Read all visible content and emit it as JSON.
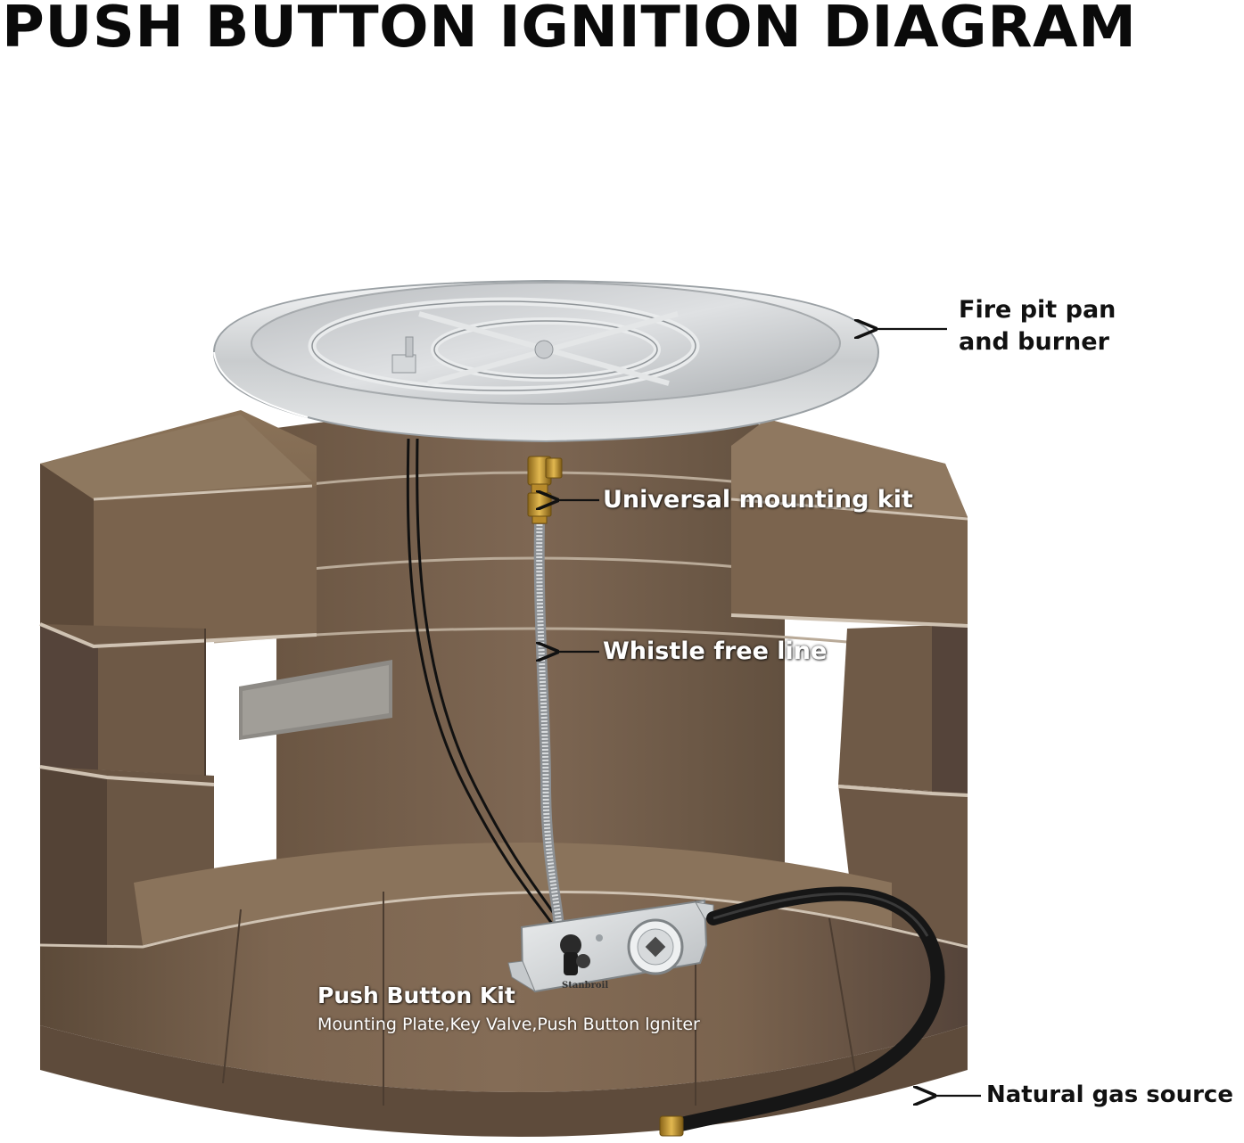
{
  "title": "PUSH BUTTON IGNITION DIAGRAM",
  "labels": {
    "fire_pit_pan_line1": "Fire pit pan",
    "fire_pit_pan_line2": "and burner",
    "universal_mounting_kit": "Universal mounting kit",
    "whistle_free_line": "Whistle free line",
    "push_button_kit": "Push Button Kit",
    "push_button_kit_components": "Mounting Plate,Key Valve,Push Button lgniter",
    "natural_gas_source": "Natural gas source"
  },
  "brand_on_plate": "Stanbroil",
  "colors": {
    "stone": "#6f5a45",
    "stone_light": "#8c7459",
    "stone_dark": "#4a3a2c",
    "steel": "#d3d6d8",
    "brass": "#c9972f",
    "hose": "#1a1a1a"
  }
}
